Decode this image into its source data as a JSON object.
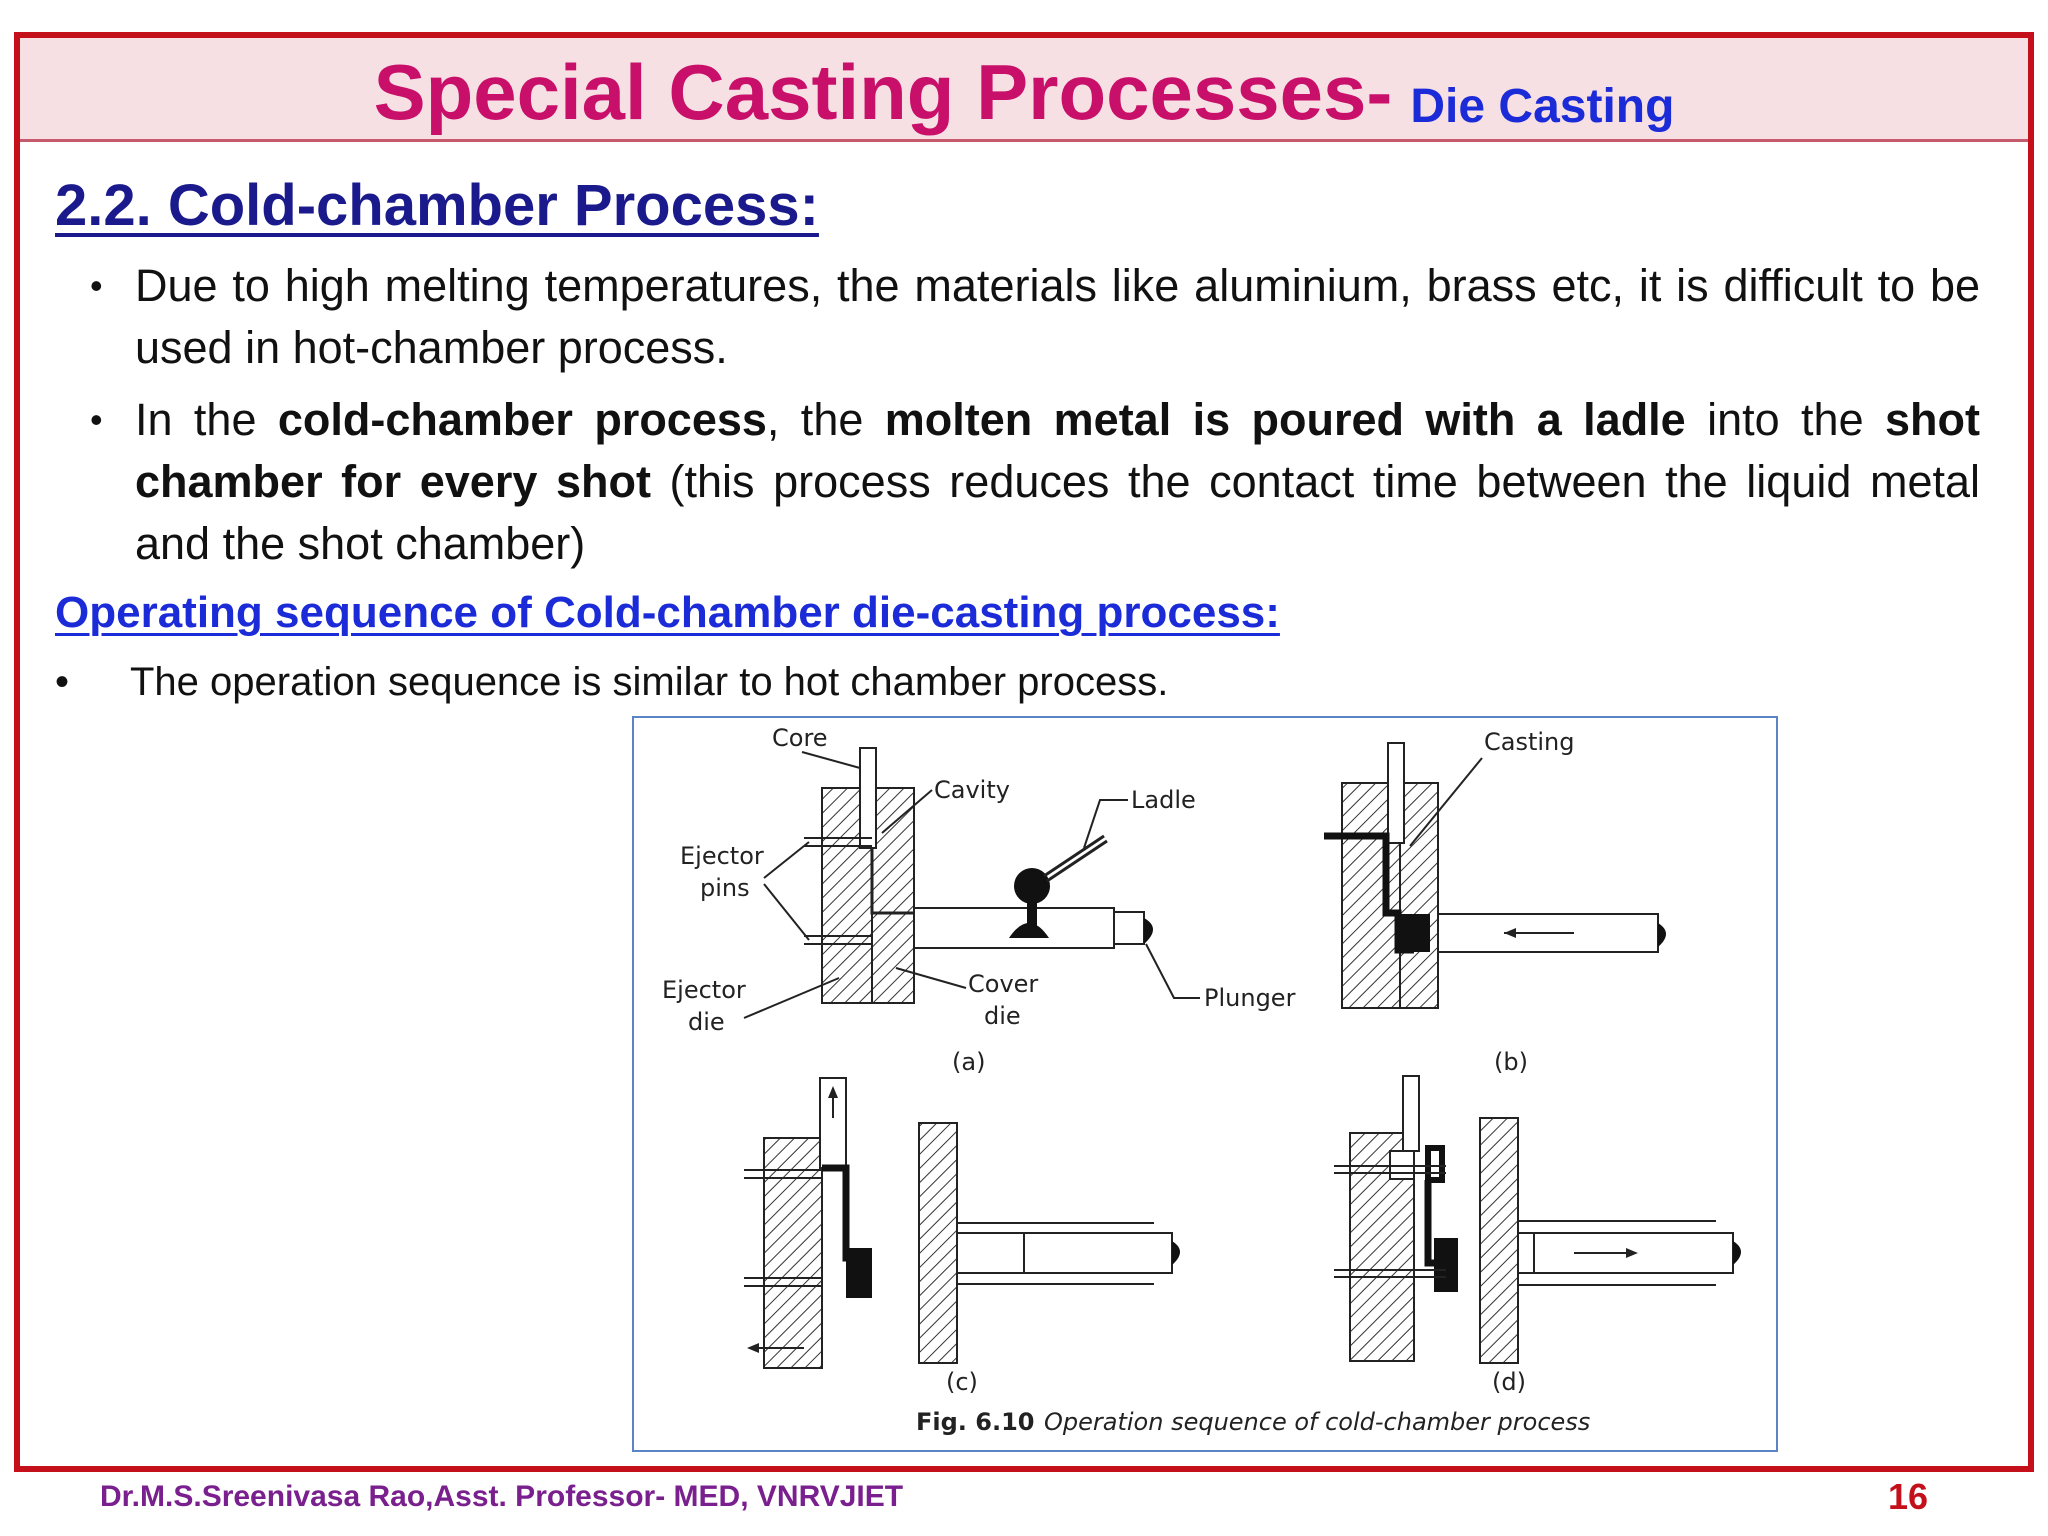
{
  "slide": {
    "title_main": "Special Casting Processes-",
    "title_sub": "Die Casting",
    "section_heading": "2.2.  Cold-chamber Process:",
    "bullet1": "Due to high melting temperatures, the materials like aluminium, brass etc, it is difficult to be used in hot-chamber process.",
    "bullet2": {
      "t1": "In the ",
      "b1": "cold-chamber process",
      "t2": ", the ",
      "b2": "molten metal is poured with a ladle",
      "t3": " into the ",
      "b3": "shot chamber for every shot",
      "t4": " (this process reduces the contact time between the liquid metal and the shot chamber)"
    },
    "op_heading": "Operating sequence of Cold-chamber die-casting process:",
    "op_bullet": "The operation sequence is similar to hot chamber process.",
    "footer_author": "Dr.M.S.Sreenivasa Rao,Asst. Professor- MED, VNRVJIET",
    "page_number": "16"
  },
  "figure": {
    "labels": {
      "core": "Core",
      "cavity": "Cavity",
      "ladle": "Ladle",
      "ejector_pins_1": "Ejector",
      "ejector_pins_2": "pins",
      "ejector_die_1": "Ejector",
      "ejector_die_2": "die",
      "cover_die_1": "Cover",
      "cover_die_2": "die",
      "plunger": "Plunger",
      "casting": "Casting",
      "a": "(a)",
      "b": "(b)",
      "c": "(c)",
      "d": "(d)"
    },
    "caption_num": "Fig. 6.10",
    "caption_text": "Operation sequence of cold-chamber process"
  },
  "colors": {
    "frame": "#c4101a",
    "title_main": "#c8106a",
    "title_sub": "#1b2bd8",
    "section_heading": "#1a1a8c",
    "footer_author": "#7a1f8e",
    "page_number": "#c4101a"
  }
}
